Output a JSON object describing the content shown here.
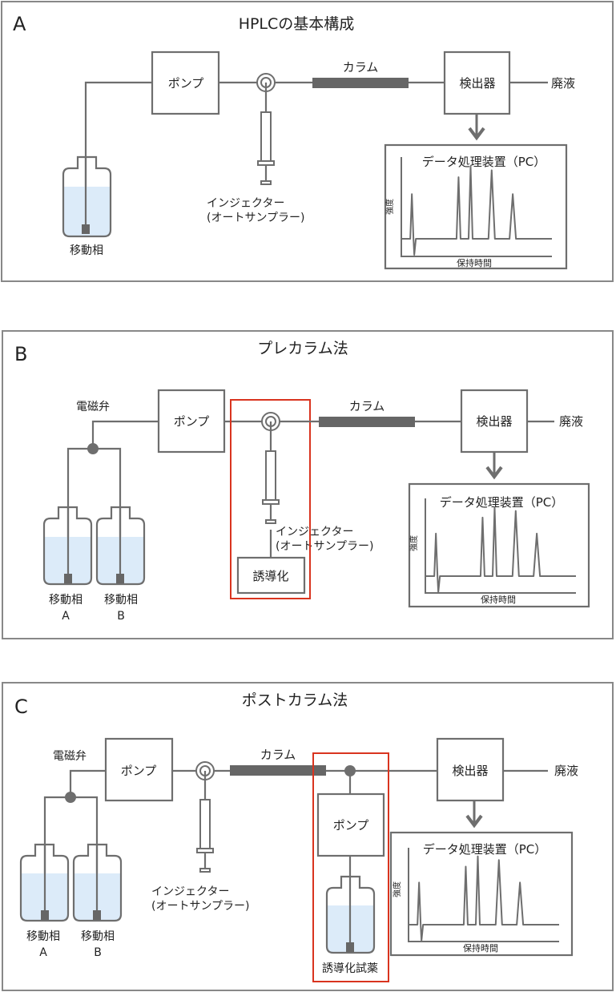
{
  "panels": [
    {
      "letter": "A",
      "title": "HPLCの基本構成",
      "pump": "ポンプ",
      "column": "カラム",
      "detector": "検出器",
      "waste": "廃液",
      "injector_line1": "インジェクター",
      "injector_line2": "(オートサンプラー)",
      "bottles": [
        {
          "line1": "移動相",
          "line2": ""
        }
      ],
      "pc_title": "データ処理装置（PC）",
      "ylabel": "強度",
      "xlabel": "保持時間"
    },
    {
      "letter": "B",
      "title": "プレカラム法",
      "valve": "電磁弁",
      "pump": "ポンプ",
      "column": "カラム",
      "detector": "検出器",
      "waste": "廃液",
      "injector_line1": "インジェクター",
      "injector_line2": "(オートサンプラー)",
      "derivatization": "誘導化",
      "bottles": [
        {
          "line1": "移動相",
          "line2": "A"
        },
        {
          "line1": "移動相",
          "line2": "B"
        }
      ],
      "pc_title": "データ処理装置（PC）",
      "ylabel": "強度",
      "xlabel": "保持時間"
    },
    {
      "letter": "C",
      "title": "ポストカラム法",
      "valve": "電磁弁",
      "pump": "ポンプ",
      "column": "カラム",
      "detector": "検出器",
      "waste": "廃液",
      "injector_line1": "インジェクター",
      "injector_line2": "(オートサンプラー)",
      "post_pump": "ポンプ",
      "reagent": "誘導化試薬",
      "bottles": [
        {
          "line1": "移動相",
          "line2": "A"
        },
        {
          "line1": "移動相",
          "line2": "B"
        }
      ],
      "pc_title": "データ処理装置（PC）",
      "ylabel": "強度",
      "xlabel": "保持時間"
    }
  ],
  "chromatogram": {
    "peaks_relative_height": [
      0.45,
      0.62,
      0.73,
      0.69,
      0.45
    ],
    "peaks_relative_position": [
      0.07,
      0.38,
      0.46,
      0.6,
      0.74
    ]
  },
  "colors": {
    "line": "#6e6e6e",
    "highlight": "#d9341f",
    "liquid": "#dcebf9"
  }
}
